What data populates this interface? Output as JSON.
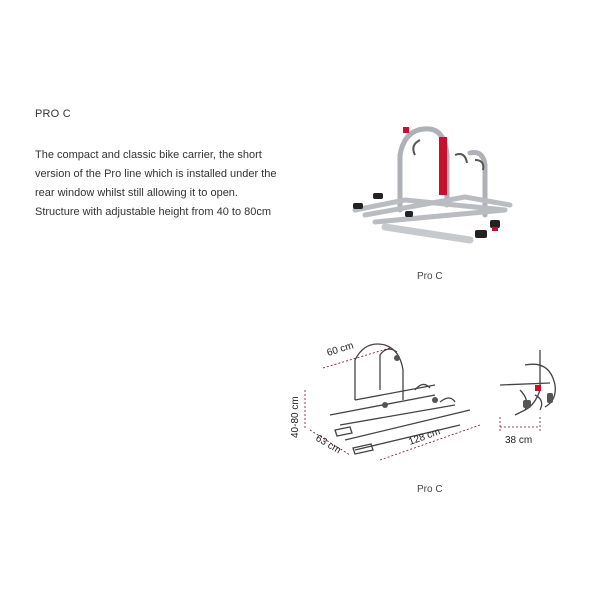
{
  "product": {
    "title": "PRO C",
    "description": [
      "The compact and classic bike carrier, the short",
      "version of the Pro line which is installed under the",
      "rear window whilst still allowing it to open.",
      "Structure with adjustable height from 40 to 80cm"
    ]
  },
  "captions": {
    "photo": "Pro C",
    "diagram": "Pro C"
  },
  "dimensions": {
    "width": "60 cm",
    "height": "40-80 cm",
    "depth": "63 cm",
    "length": "128 cm",
    "side": "38 cm"
  },
  "colors": {
    "frame": "#b9bcc0",
    "accent_red": "#c8102e",
    "dimension_line": "#7a1020"
  }
}
